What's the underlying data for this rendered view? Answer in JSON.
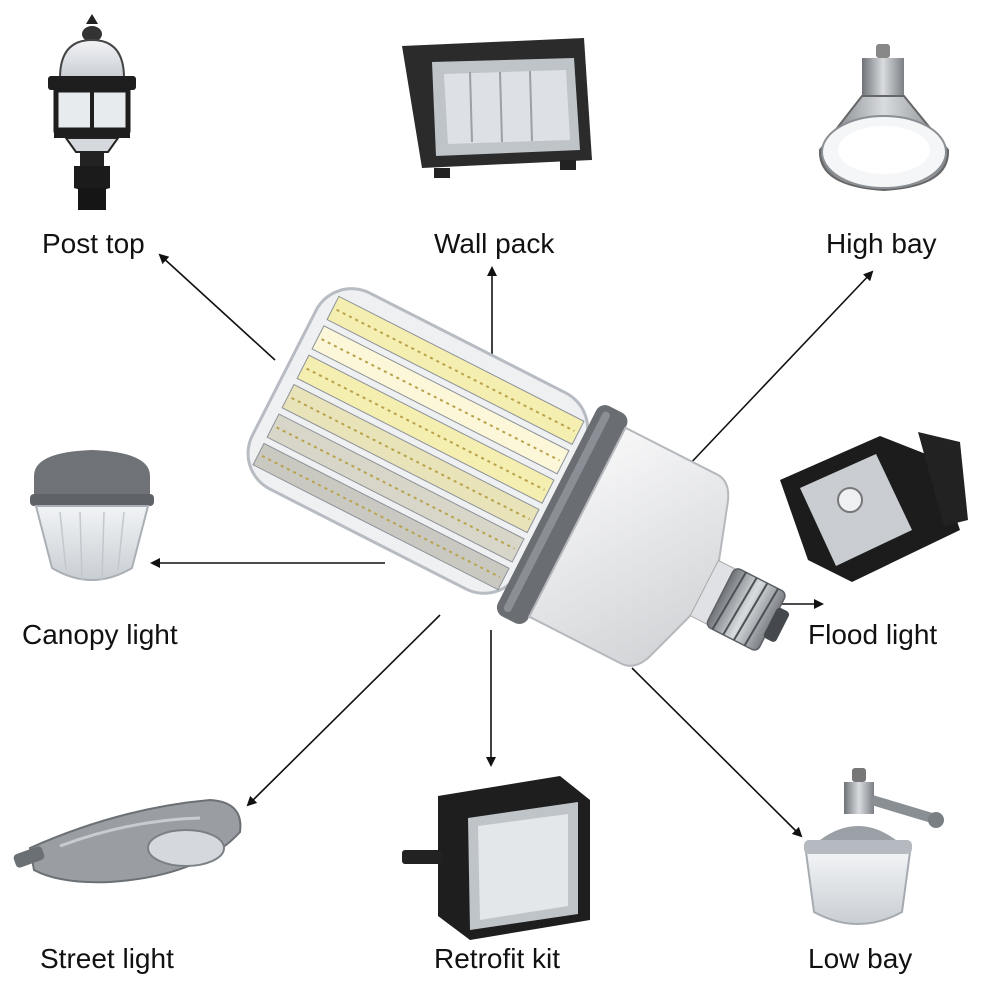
{
  "diagram": {
    "center_item": "led-corn-bulb",
    "fixtures": [
      {
        "id": "post-top",
        "label": "Post top"
      },
      {
        "id": "wall-pack",
        "label": "Wall pack"
      },
      {
        "id": "high-bay",
        "label": "High bay"
      },
      {
        "id": "canopy-light",
        "label": "Canopy light"
      },
      {
        "id": "flood-light",
        "label": "Flood light"
      },
      {
        "id": "street-light",
        "label": "Street light"
      },
      {
        "id": "retrofit-kit",
        "label": "Retrofit kit"
      },
      {
        "id": "low-bay",
        "label": "Low bay"
      }
    ]
  },
  "colors": {
    "arrow": "#111111",
    "fixture_dark": "#2a2a2a",
    "fixture_metal": "#9a9a9a",
    "bulb_body": "#e8e8ea",
    "bulb_ring": "#6a6d72",
    "led_strip": "#f4eeb0"
  }
}
